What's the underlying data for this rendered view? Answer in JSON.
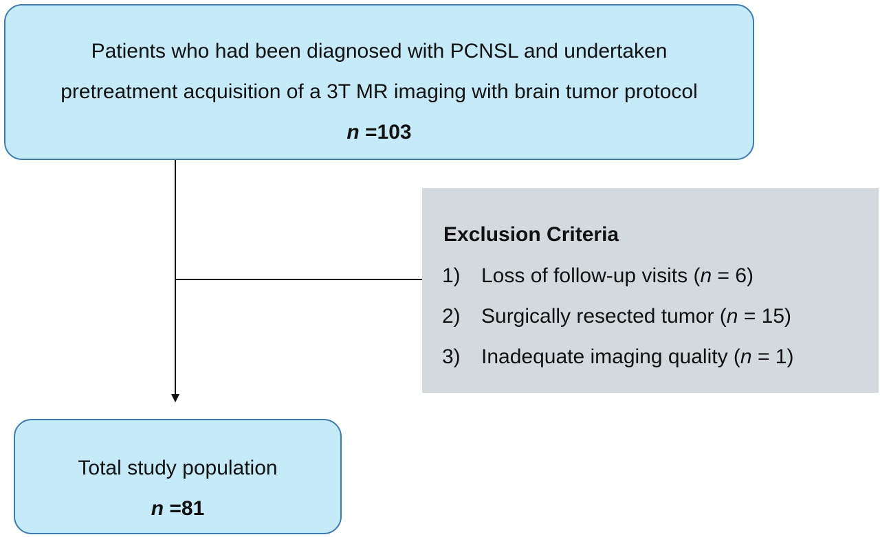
{
  "top_box": {
    "line1": "Patients who had been diagnosed with PCNSL and undertaken",
    "line2": "pretreatment acquisition of a 3T MR imaging with brain tumor protocol",
    "n_label": "n",
    "count": " =103"
  },
  "exclusion": {
    "title": "Exclusion Criteria",
    "items": [
      {
        "num": "1)",
        "text": "Loss of follow-up visits (",
        "n_label": "n",
        "value": " = 6)"
      },
      {
        "num": "2)",
        "text": "Surgically resected tumor (",
        "n_label": "n",
        "value": " = 15)"
      },
      {
        "num": "3)",
        "text": "Inadequate imaging quality (",
        "n_label": "n",
        "value": " = 1)"
      }
    ]
  },
  "bottom_box": {
    "title": "Total study population",
    "n_label": "n",
    "count": " =81"
  },
  "colors": {
    "box_fill": "#c5ebf8",
    "box_border": "#3a7cb8",
    "exclusion_fill": "#d3d9dc",
    "line": "#111111"
  }
}
